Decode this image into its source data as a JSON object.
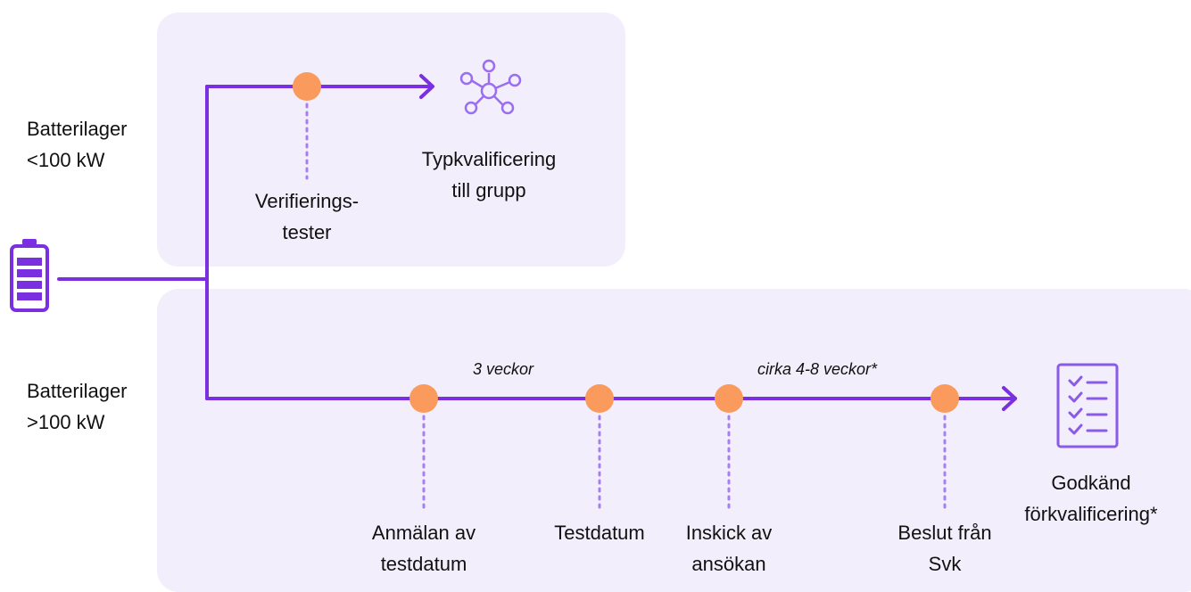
{
  "groups": {
    "small": {
      "label": "Batterilager\n<100 kW"
    },
    "large": {
      "label": "Batterilager\n>100 kW"
    }
  },
  "top_flow": {
    "step": "Verifierings-\ntester",
    "result": "Typkvalificering\ntill grupp",
    "result_icon": "network-icon"
  },
  "bottom_flow": {
    "steps": [
      "Anmälan av\ntestdatum",
      "Testdatum",
      "Inskick av\nansökan",
      "Beslut från\nSvk"
    ],
    "durations": [
      "3 veckor",
      "cirka 4-8 veckor*"
    ],
    "result": "Godkänd\nförkvalificering*",
    "result_icon": "checklist-icon"
  },
  "colors": {
    "line": "#7a2fe0",
    "dot": "#fa9a5c",
    "panel": "#f3eefb",
    "dotted": "#a67ff0"
  }
}
